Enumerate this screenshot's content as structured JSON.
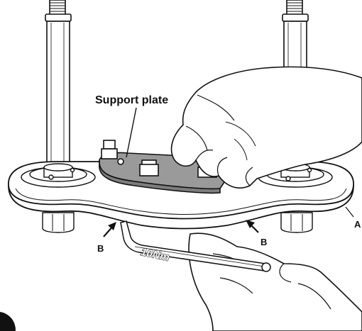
{
  "labels": {
    "support_plate": "Support plate",
    "a": "A",
    "b_left": "B",
    "b_right": "B",
    "torque": "10Nm"
  },
  "colors": {
    "line": "#111111",
    "plate_fill": "#9a9a9a",
    "body_fill": "#ffffff",
    "hand_fill": "#ffffff"
  }
}
